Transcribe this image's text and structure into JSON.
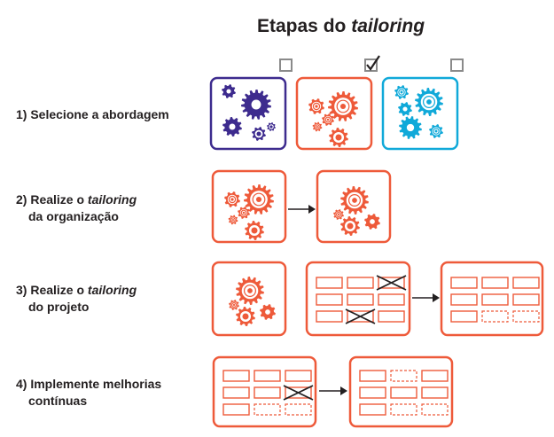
{
  "title": {
    "main": "Etapas do ",
    "emphasis": "tailoring"
  },
  "steps": [
    {
      "line1": "1) Selecione a abordagem"
    },
    {
      "line1_pre": "2) Realize o ",
      "line1_em": "tailoring",
      "line2": "da organização"
    },
    {
      "line1_pre": "3) Realize o ",
      "line1_em": "tailoring",
      "line2": "do projeto"
    },
    {
      "line1": "4) Implemente melhorias",
      "line2": "contínuas"
    }
  ],
  "approaches": [
    {
      "name": "purple",
      "checked": false
    },
    {
      "name": "orange",
      "checked": true
    },
    {
      "name": "cyan",
      "checked": false
    }
  ],
  "colors": {
    "purple": "#3d2b8e",
    "orange": "#ee5a3a",
    "cyan": "#10a9d9",
    "text": "#231f20",
    "checkbox": "#8a8a8a"
  },
  "icons": [
    "gear-icon",
    "checkbox-icon",
    "arrow-right-icon",
    "cross-icon"
  ]
}
